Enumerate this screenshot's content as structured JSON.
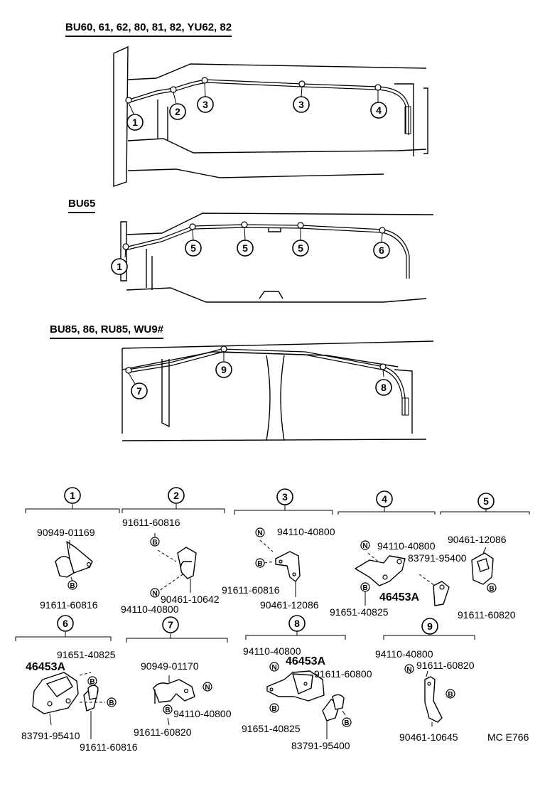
{
  "sections": {
    "s1": "BU60, 61, 62, 80, 81, 82, YU62, 82",
    "s2": "BU65",
    "s3": "BU85, 86, RU85, WU9#"
  },
  "callouts": {
    "c1": "1",
    "c2": "2",
    "c3": "3",
    "c4": "4",
    "c5": "5",
    "c6": "6",
    "c7": "7",
    "c8": "8",
    "c9": "9"
  },
  "markers": {
    "bolt": "B",
    "nut": "N"
  },
  "part_numbers": {
    "g1_a": "90949-01169",
    "g1_b": "91611-60816",
    "g2_a": "91611-60816",
    "g2_b": "90461-10642",
    "g2_c": "94110-40800",
    "g3_a": "94110-40800",
    "g3_b": "91611-60816",
    "g3_c": "90461-12086",
    "g4_a": "94110-40800",
    "g4_b": "83791-95400",
    "g4_c": "46453A",
    "g4_d": "91651-40825",
    "g5_a": "90461-12086",
    "g5_b": "91611-60820",
    "g6_a": "91651-40825",
    "g6_b": "46453A",
    "g6_c": "83791-95410",
    "g6_d": "91611-60816",
    "g7_a": "90949-01170",
    "g7_b": "94110-40800",
    "g7_c": "91611-60820",
    "g8_a": "94110-40800",
    "g8_b": "46453A",
    "g8_c": "91611-60800",
    "g8_d": "91651-40825",
    "g8_e": "83791-95400",
    "g9_a": "94110-40800",
    "g9_b": "91611-60820",
    "g9_c": "90461-10645"
  },
  "figure_code": "MC E766"
}
